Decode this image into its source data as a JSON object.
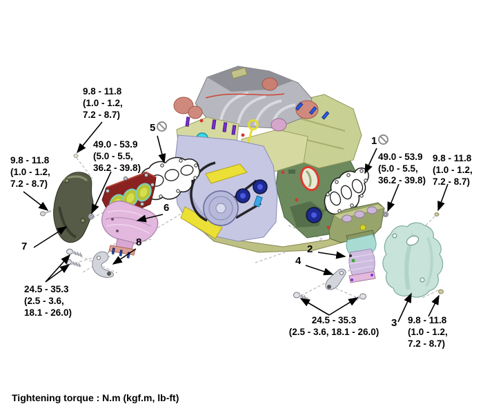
{
  "footer": {
    "text": "Tightening torque : N.m (kgf.m, lb-ft)"
  },
  "torque_labels": {
    "shield_lh_upper": "9.8 - 11.8\n(1.0 - 1.2,\n7.2 - 8.7)",
    "shield_lh_lower": "9.8 - 11.8\n(1.0 - 1.2,\n7.2 - 8.7)",
    "manifold_lh": "49.0 - 53.9\n(5.0 - 5.5,\n36.2 - 39.8)",
    "stay_lh": "24.5 - 35.3\n(2.5 - 3.6,\n18.1 - 26.0)",
    "manifold_rh": "49.0 - 53.9\n(5.0 - 5.5,\n36.2 - 39.8)",
    "shield_rh_upper": "9.8 - 11.8\n(1.0 - 1.2,\n7.2 - 8.7)",
    "stay_rh": "24.5 - 35.3\n(2.5 - 3.6, 18.1 - 26.0)",
    "shield_rh_lower": "9.8 - 11.8\n(1.0 - 1.2,\n7.2 - 8.7)"
  },
  "callouts": {
    "c1": "1",
    "c2": "2",
    "c3": "3",
    "c4": "4",
    "c5": "5",
    "c6": "6",
    "c7": "7",
    "c8": "8"
  },
  "icons": {
    "do_not_reuse": "circle-slash (do not reuse part)"
  },
  "colors": {
    "background": "#ffffff",
    "text": "#000000",
    "prohibition_icon": "#8c8c8c",
    "dashed_guides": "#a9a9a9",
    "heat_shield_lh": "#565b47",
    "heat_shield_rh": "#c8e3da",
    "catalytic_converter": "#e2b8de",
    "exhaust_manifold_lh": "#8a2320",
    "exhaust_manifold_rh": "#97a46c",
    "engine_intake": "#b7b8bf",
    "engine_cover": "#c6c7e3",
    "engine_head": "#c9d093",
    "engine_block": "#6c8a5e"
  }
}
